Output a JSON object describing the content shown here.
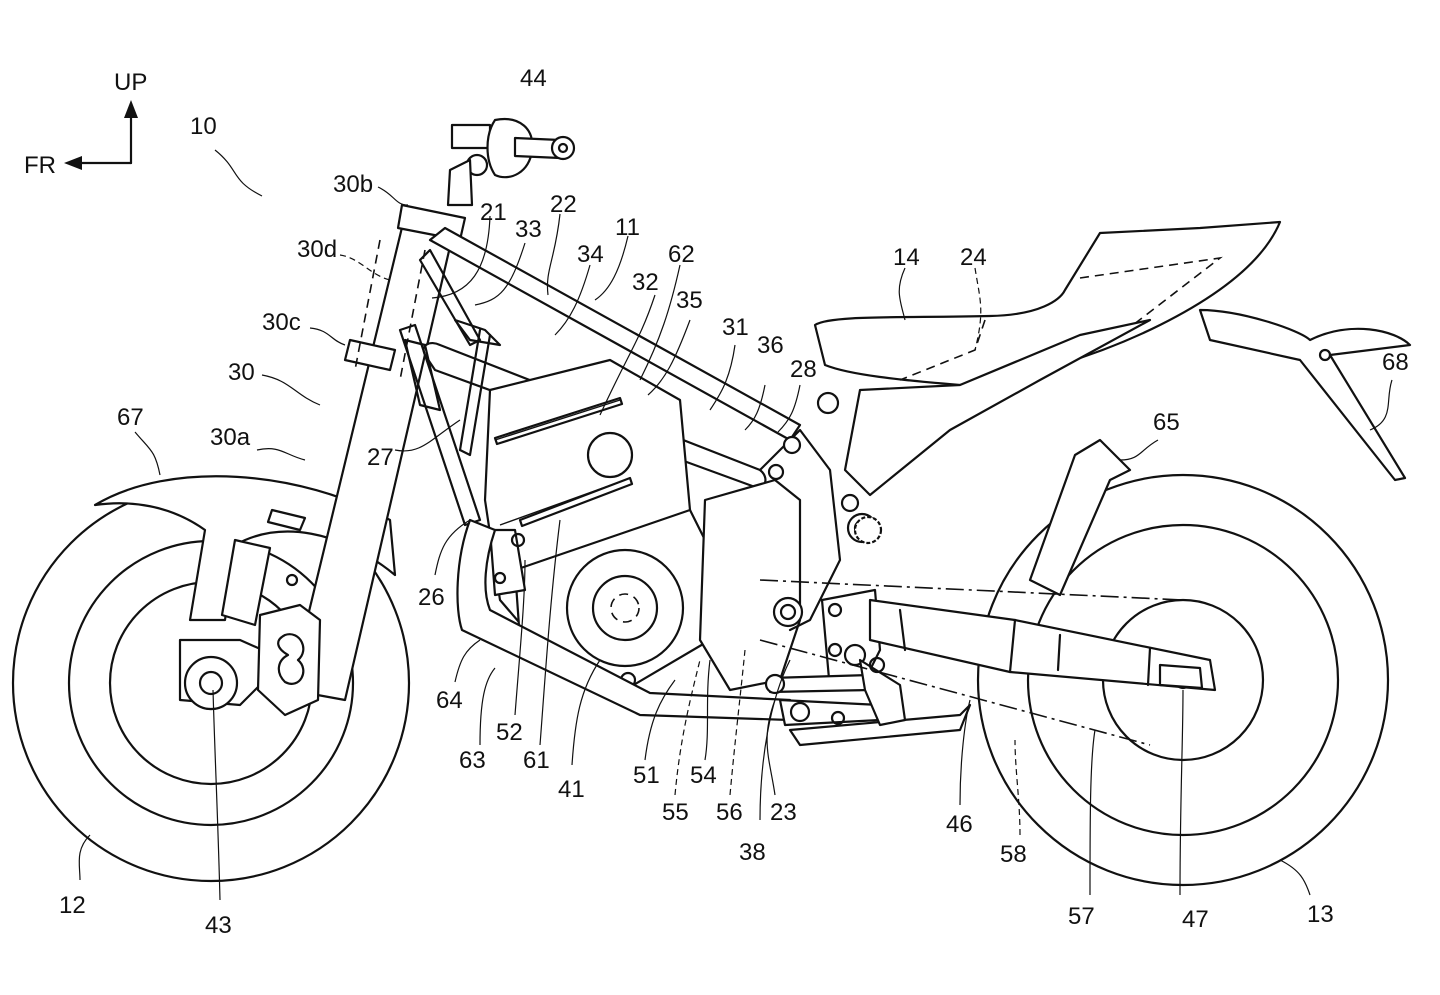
{
  "figure": {
    "kind": "patent drawing - motorcycle side view",
    "orientation": {
      "up_label": "UP",
      "front_label": "FR"
    },
    "labels": {
      "vehicle": "10",
      "body_frame": "11",
      "front_wheel": "12",
      "rear_wheel": "13",
      "seat": "14",
      "head_pipe": "21",
      "main_frame": "22",
      "pivot_frame": "23",
      "seat_rail": "24",
      "down_frame": "26",
      "sub_frame": "27",
      "bracket_28": "28",
      "front_fork": "30",
      "fork_30a": "30a",
      "fork_30b": "30b",
      "fork_30c": "30c",
      "fork_30d": "30d",
      "part_31": "31",
      "part_32": "32",
      "part_33": "33",
      "part_34": "34",
      "part_35": "35",
      "part_36": "36",
      "part_38": "38",
      "engine": "41",
      "front_axle": "43",
      "handlebar": "44",
      "swing_arm": "46",
      "rear_axle": "47",
      "part_51": "51",
      "part_52": "52",
      "part_54": "54",
      "part_55": "55",
      "part_56": "56",
      "part_57": "57",
      "part_58": "58",
      "part_61": "61",
      "part_62": "62",
      "part_63": "63",
      "part_64": "64",
      "part_65": "65",
      "front_fender": "67",
      "rear_fender": "68"
    }
  }
}
